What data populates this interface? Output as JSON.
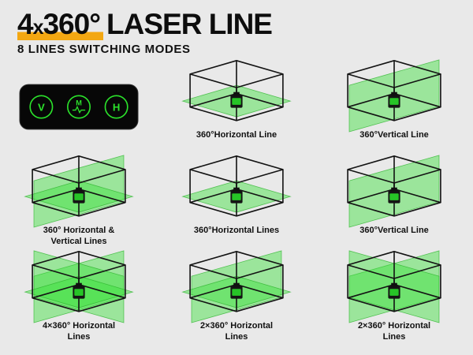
{
  "header": {
    "title_4": "4",
    "title_x": "x",
    "title_360": "360°",
    "title_rest": "LASER LINE",
    "subtitle": "8 LINES SWITCHING MODES"
  },
  "colors": {
    "accent": "#f3a712",
    "laser": "#3ce03c",
    "background": "#e9e9e9",
    "panel_green": "#2be22b"
  },
  "control_panel": {
    "button_v": "V",
    "button_m": "M",
    "button_h": "H"
  },
  "modes": [
    {
      "label": "360°Horizontal Line",
      "planes": "h"
    },
    {
      "label": "360°Vertical Line",
      "planes": "v"
    },
    {
      "label": "360° Horizontal & Vertical Lines",
      "planes": "hv"
    },
    {
      "label": "360°Horizontal Lines",
      "planes": "h"
    },
    {
      "label": "360°Vertical Line",
      "planes": "v"
    },
    {
      "label": "4×360° Horizontal Lines",
      "planes": "hvv"
    },
    {
      "label": "2×360° Horizontal Lines",
      "planes": "hv"
    },
    {
      "label": "2×360° Horizontal Lines",
      "planes": "vv"
    }
  ]
}
